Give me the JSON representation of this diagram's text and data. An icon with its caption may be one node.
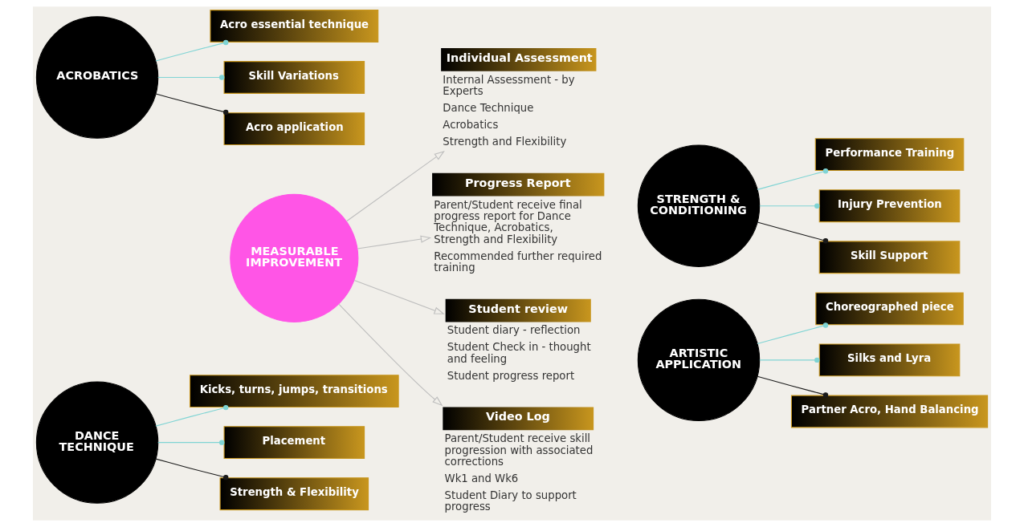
{
  "diagram": {
    "nodes": [
      {
        "text": [
          "ACROBATICS"
        ]
      },
      {
        "text": [
          "Acro essential technique"
        ]
      },
      {
        "text": [
          "Skill Variations"
        ]
      },
      {
        "text": [
          "Acro application"
        ]
      },
      {
        "text": [
          "DANCE TECHNIQUE"
        ]
      },
      {
        "text": [
          "Kicks, turns, jumps, transitions"
        ]
      },
      {
        "text": [
          "Placement"
        ]
      },
      {
        "text": [
          "Strength & Flexibility"
        ]
      },
      {
        "text": [
          "Individual Assessment"
        ],
        "beside": [
          "Internal Assessment - by Experts",
          "Dance Technique",
          "Acrobatics",
          "Strength and Flexibility"
        ]
      },
      {
        "text": [
          "Video Log"
        ],
        "beside": [
          "Parent/Student receive skill progression with associated corrections",
          "Wk1 and Wk6",
          "Student Diary to support progress"
        ]
      },
      {
        "text": [
          "MEASURABLE IMPROVEMENT"
        ]
      },
      {
        "text": [
          "Progress Report"
        ],
        "beside": [
          "Parent/Student receive final progress report for Dance Technique, Acrobatics, Strength and Flexibility",
          "Recommended further required training"
        ]
      },
      {
        "text": [
          "Student review"
        ],
        "beside": [
          "Student diary - reflection",
          "Student Check in - thought and feeling",
          "Student progress report"
        ]
      },
      {
        "text": [
          "STRENGTH & CONDITIONING"
        ]
      },
      {
        "text": [
          "Performance Training"
        ]
      },
      {
        "text": [
          "Injury Prevention"
        ]
      },
      {
        "text": [
          "Skill Support"
        ]
      },
      {
        "text": [
          "ARTISTIC APPLICATION"
        ]
      },
      {
        "text": [
          "Choreographed piece"
        ]
      },
      {
        "text": [
          "Silks and Lyra"
        ]
      },
      {
        "text": [
          "Partner Acro, Hand Balancing"
        ]
      }
    ],
    "edges": [
      {
        "from": 0,
        "to": 1,
        "arrow": "other"
      },
      {
        "from": 0,
        "to": 2,
        "arrow": "other"
      },
      {
        "from": 0,
        "to": 3,
        "arrow": "other",
        "color": "#1a1a1a"
      },
      {
        "from": 4,
        "to": 5,
        "arrow": "other"
      },
      {
        "from": 4,
        "to": 6,
        "arrow": "other"
      },
      {
        "from": 4,
        "to": 7,
        "arrow": "other",
        "color": "#1a1a1a"
      },
      {
        "from": 10,
        "to": 8,
        "arrow": "to",
        "color": "#bdbdbd"
      },
      {
        "from": 10,
        "to": 11,
        "arrow": "to",
        "color": "#bdbdbd"
      },
      {
        "from": 10,
        "to": 9,
        "arrow": "to",
        "color": "#bdbdbd"
      },
      {
        "from": 10,
        "to": 12,
        "arrow": "to",
        "color": "#bdbdbd"
      },
      {
        "from": 13,
        "to": 14,
        "arrow": "other"
      },
      {
        "from": 13,
        "to": 15,
        "arrow": "other"
      },
      {
        "from": 13,
        "to": 16,
        "arrow": "other",
        "color": "#1a1a1a"
      },
      {
        "from": 17,
        "to": 18,
        "arrow": "other"
      },
      {
        "from": 17,
        "to": 19,
        "arrow": "other"
      },
      {
        "from": 17,
        "to": 20,
        "arrow": "other",
        "color": "#1a1a1a"
      }
    ]
  }
}
